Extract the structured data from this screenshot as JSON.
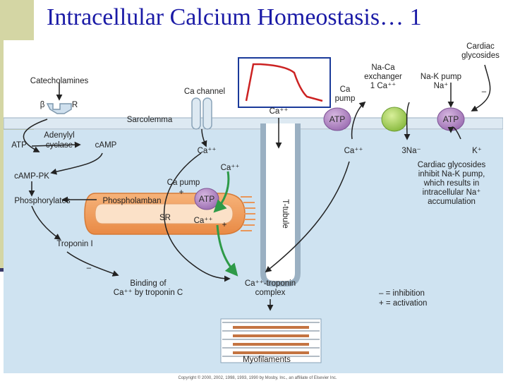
{
  "slide": {
    "title": "Intracellular Calcium Homeostasis… 1"
  },
  "diagram": {
    "labels": {
      "cardiac_glycosides_top": [
        "Cardiac",
        "glycosides"
      ],
      "na_ca_exchanger": [
        "Na-Ca",
        "exchanger",
        "1 Ca⁺⁺"
      ],
      "na_k_pump": [
        "Na-K pump",
        "Na⁺"
      ],
      "ca_pump_top": [
        "Ca",
        "pump"
      ],
      "catecholamines": "Catecholamines",
      "beta": "β",
      "r": "R",
      "ca_channel": "Ca channel",
      "sarcolemma": "Sarcolemma",
      "ca_tubule": "Ca⁺⁺",
      "adenylyl_cyclase": [
        "Adenylyl",
        "cyclase"
      ],
      "atp_left": "ATP",
      "camp": "cAMP",
      "ca_below_channel": "Ca⁺⁺",
      "ca_near_sr": "Ca⁺⁺",
      "ca_right": "Ca⁺⁺",
      "three_na": "3Na⁻",
      "k_plus": "K⁺",
      "glycoside_note": [
        "Cardiac glycosides",
        "inhibit Na-K pump,",
        "which results in",
        "intracellular Na⁺",
        "accumulation"
      ],
      "camp_pk": "cAMP-PK",
      "ca_pump_sr": "Ca pump",
      "phosphorylates": "Phosphorylates",
      "phospholamban": "Phospholamban",
      "sr": "SR",
      "ca_in_sr": "Ca⁺⁺",
      "t_tubule": "T-tubule",
      "troponin_i": "Troponin I",
      "binding": [
        "Binding of",
        "Ca⁺⁺ by troponin C"
      ],
      "ca_troponin_complex": [
        "Ca⁺⁺-troponin",
        "complex"
      ],
      "legend_inhibition": "– = inhibition",
      "legend_activation": "+ = activation",
      "myofilaments": "Myofilaments",
      "copyright": "Copyright © 2000, 2002, 1998, 1993, 1990 by Mosby, Inc., an affiliate of Elsevier Inc.",
      "minus_glycoside": "–",
      "minus_troponin": "–",
      "plus_phospholamban": "+",
      "plus_sr": "+",
      "atp_sr": "ATP",
      "atp_ca_pump": "ATP",
      "atp_na_k": "ATP"
    }
  }
}
